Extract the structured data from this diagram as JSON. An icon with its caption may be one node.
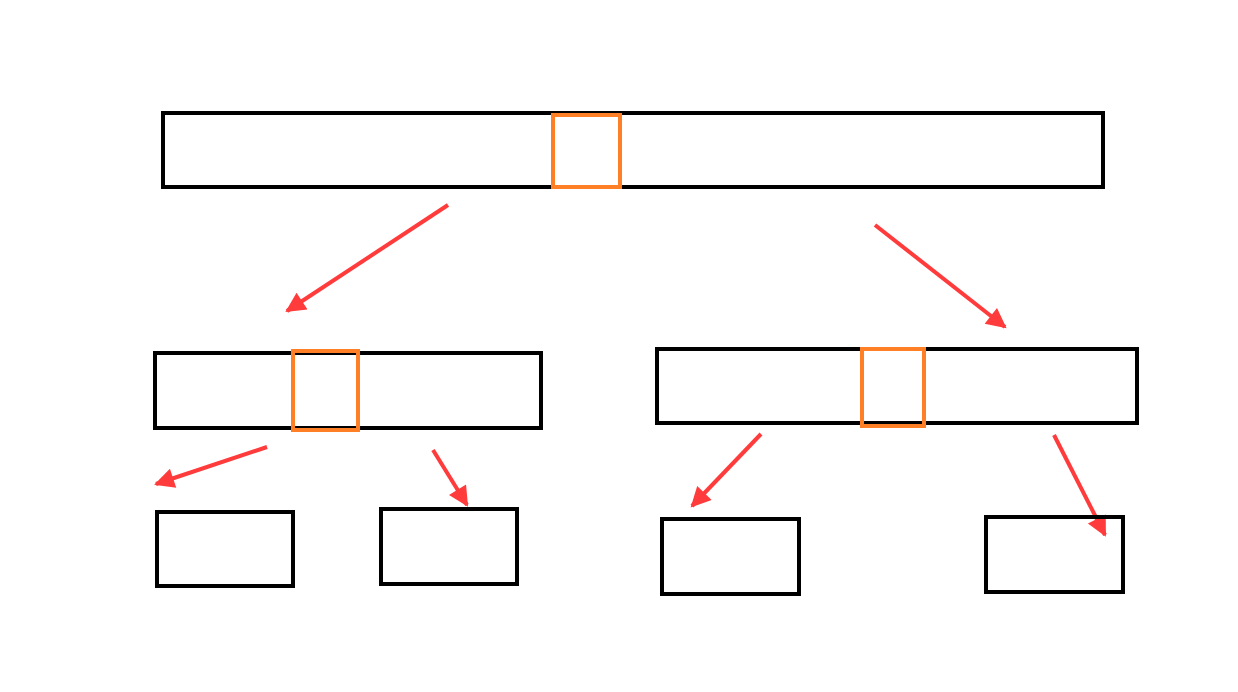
{
  "diagram": {
    "nodes": [
      {
        "text": [],
        "shape": "box"
      },
      {
        "text": [],
        "shape": "box",
        "in": 0
      },
      {
        "text": [],
        "shape": "box"
      },
      {
        "text": [],
        "shape": "box",
        "in": 2
      },
      {
        "text": [],
        "shape": "box"
      },
      {
        "text": [],
        "shape": "box",
        "in": 4
      },
      {
        "text": [],
        "shape": "box"
      },
      {
        "text": [],
        "shape": "box"
      },
      {
        "text": [],
        "shape": "box"
      },
      {
        "text": [],
        "shape": "box"
      }
    ],
    "edges": [
      {
        "from": 0,
        "to": 2,
        "arrow": "to"
      },
      {
        "from": 0,
        "to": 4,
        "arrow": "to"
      },
      {
        "from": 2,
        "to": 6,
        "arrow": "to"
      },
      {
        "from": 2,
        "to": 7,
        "arrow": "to"
      },
      {
        "from": 4,
        "to": 8,
        "arrow": "to"
      },
      {
        "from": 4,
        "to": 9,
        "arrow": "to"
      }
    ]
  }
}
